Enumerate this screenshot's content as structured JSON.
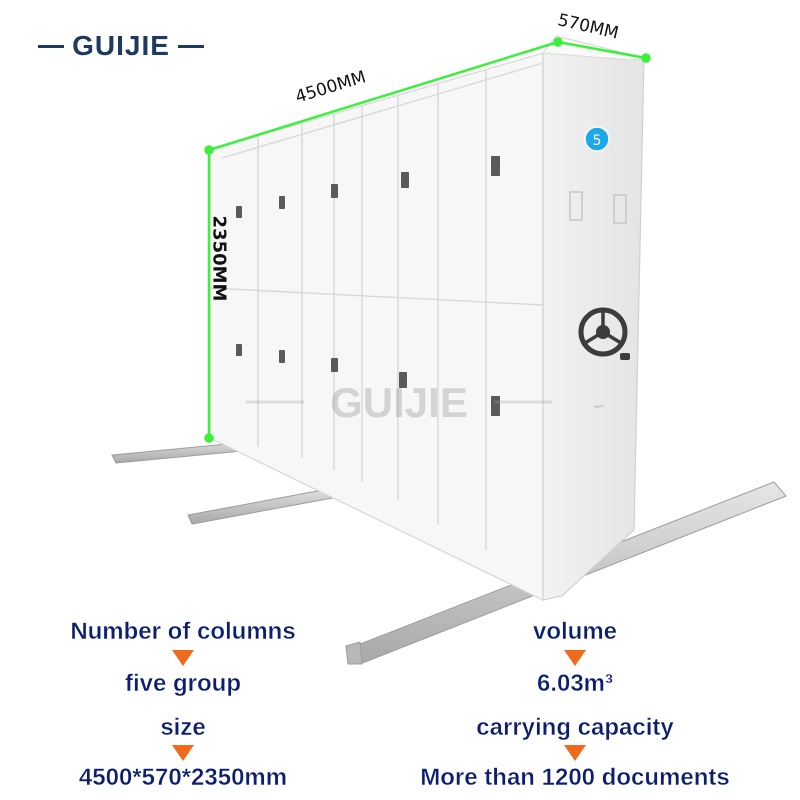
{
  "brand": {
    "logo_text": "GUIJIE",
    "watermark_text": "GUIJIE",
    "color": "#1f3a60"
  },
  "product": {
    "unit_badge": "5",
    "dimensions": {
      "length": "4500MM",
      "depth": "570MM",
      "height": "2350MM"
    }
  },
  "specs": {
    "columns_label": "Number of columns",
    "columns_value": "five group",
    "volume_label": "volume",
    "volume_value": "6.03m³",
    "size_label": "size",
    "size_value": "4500*570*2350mm",
    "capacity_label": "carrying capacity",
    "capacity_value": "More than 1200 documents"
  },
  "colors": {
    "dimension_line": "#3cf03c",
    "arrow": "#f06a1c",
    "spec_text": "#0c1e6e",
    "badge": "#1da8e8"
  }
}
